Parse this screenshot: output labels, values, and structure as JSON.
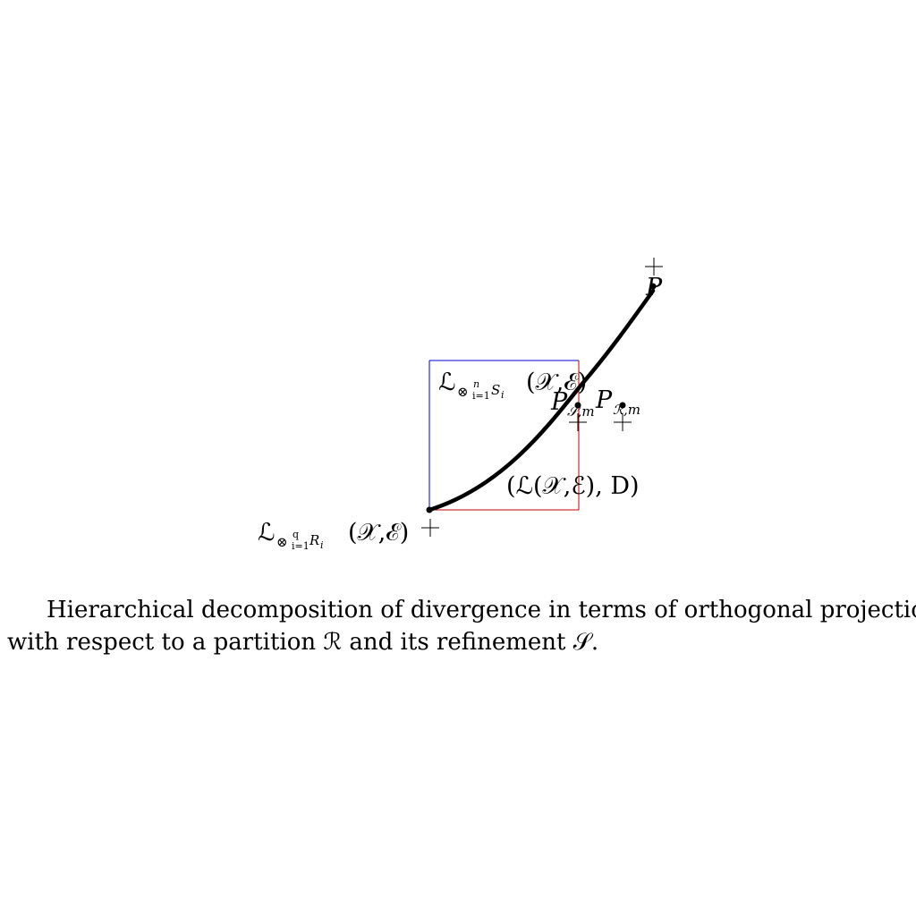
{
  "diagram": {
    "labels": {
      "product_r": {
        "main": "ℒ",
        "sub": "⊗",
        "sub_sup": "q",
        "sub_idx": "i=1",
        "sub_var": "R",
        "sub_var_idx": "i",
        "args": "(𝒳,ℰ)"
      },
      "product_s": {
        "main": "ℒ",
        "sub": "⊗",
        "sub_sup": "n",
        "sub_idx": "i=1",
        "sub_var": "S",
        "sub_var_idx": "i",
        "args": "(𝒳,ℰ)"
      },
      "space": "(ℒ(𝒳,ℰ), D)",
      "p": "P",
      "p_s": {
        "main": "P",
        "sub": "𝒮,m"
      },
      "p_r": {
        "main": "P",
        "sub": "ℛ,m"
      }
    },
    "colors": {
      "curve": "#000000",
      "box_blue": "#0000cc",
      "box_red": "#cc0000",
      "markers": "#000000"
    }
  },
  "caption": {
    "line1": "Hierarchical decomposition of divergence in terms of orthogonal projections",
    "line2": "with respect to a partition ℛ and its refinement 𝒮."
  }
}
